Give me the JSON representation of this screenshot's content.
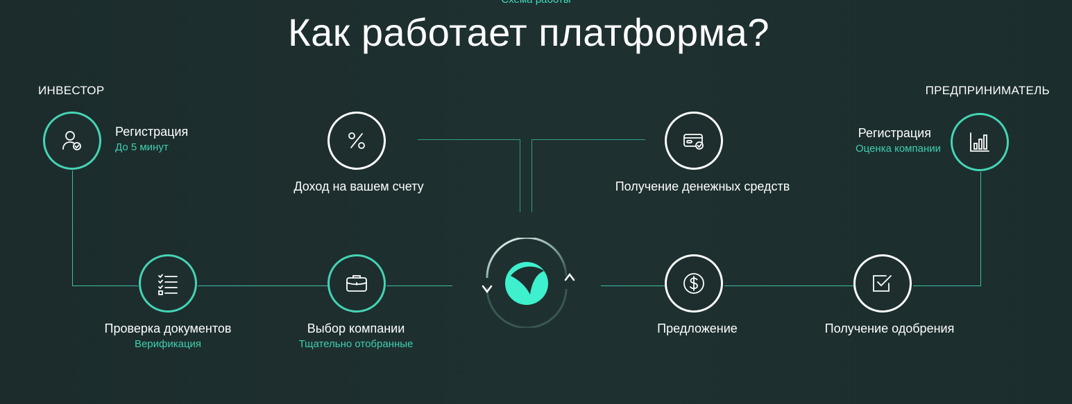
{
  "header": {
    "eyebrow": "Схема работы",
    "title": "Как работает платформа?"
  },
  "sides": {
    "investor": "ИНВЕСТОР",
    "entrepreneur": "ПРЕДПРИНИМАТЕЛЬ"
  },
  "steps": {
    "investor_registration": {
      "title": "Регистрация",
      "subtitle": "До 5 минут",
      "icon": "user-check-icon"
    },
    "income": {
      "title": "Доход на вашем счету",
      "icon": "percent-icon"
    },
    "document_check": {
      "title": "Проверка документов",
      "subtitle": "Верификация",
      "icon": "checklist-icon"
    },
    "company_choice": {
      "title": "Выбор компании",
      "subtitle": "Тщательно отобранные",
      "icon": "briefcase-icon"
    },
    "funds_receipt": {
      "title": "Получение денежных средств",
      "icon": "wallet-check-icon"
    },
    "entrepreneur_registration": {
      "title": "Регистрация",
      "subtitle": "Оценка компании",
      "icon": "bar-chart-icon"
    },
    "offer": {
      "title": "Предложение",
      "icon": "dollar-icon"
    },
    "approval": {
      "title": "Получение одобрения",
      "icon": "checkbox-icon"
    }
  },
  "center": {
    "icon": "platform-logo-icon"
  },
  "colors": {
    "accent": "#45d4b5",
    "background": "#1e2f2f",
    "text": "#ffffff"
  }
}
